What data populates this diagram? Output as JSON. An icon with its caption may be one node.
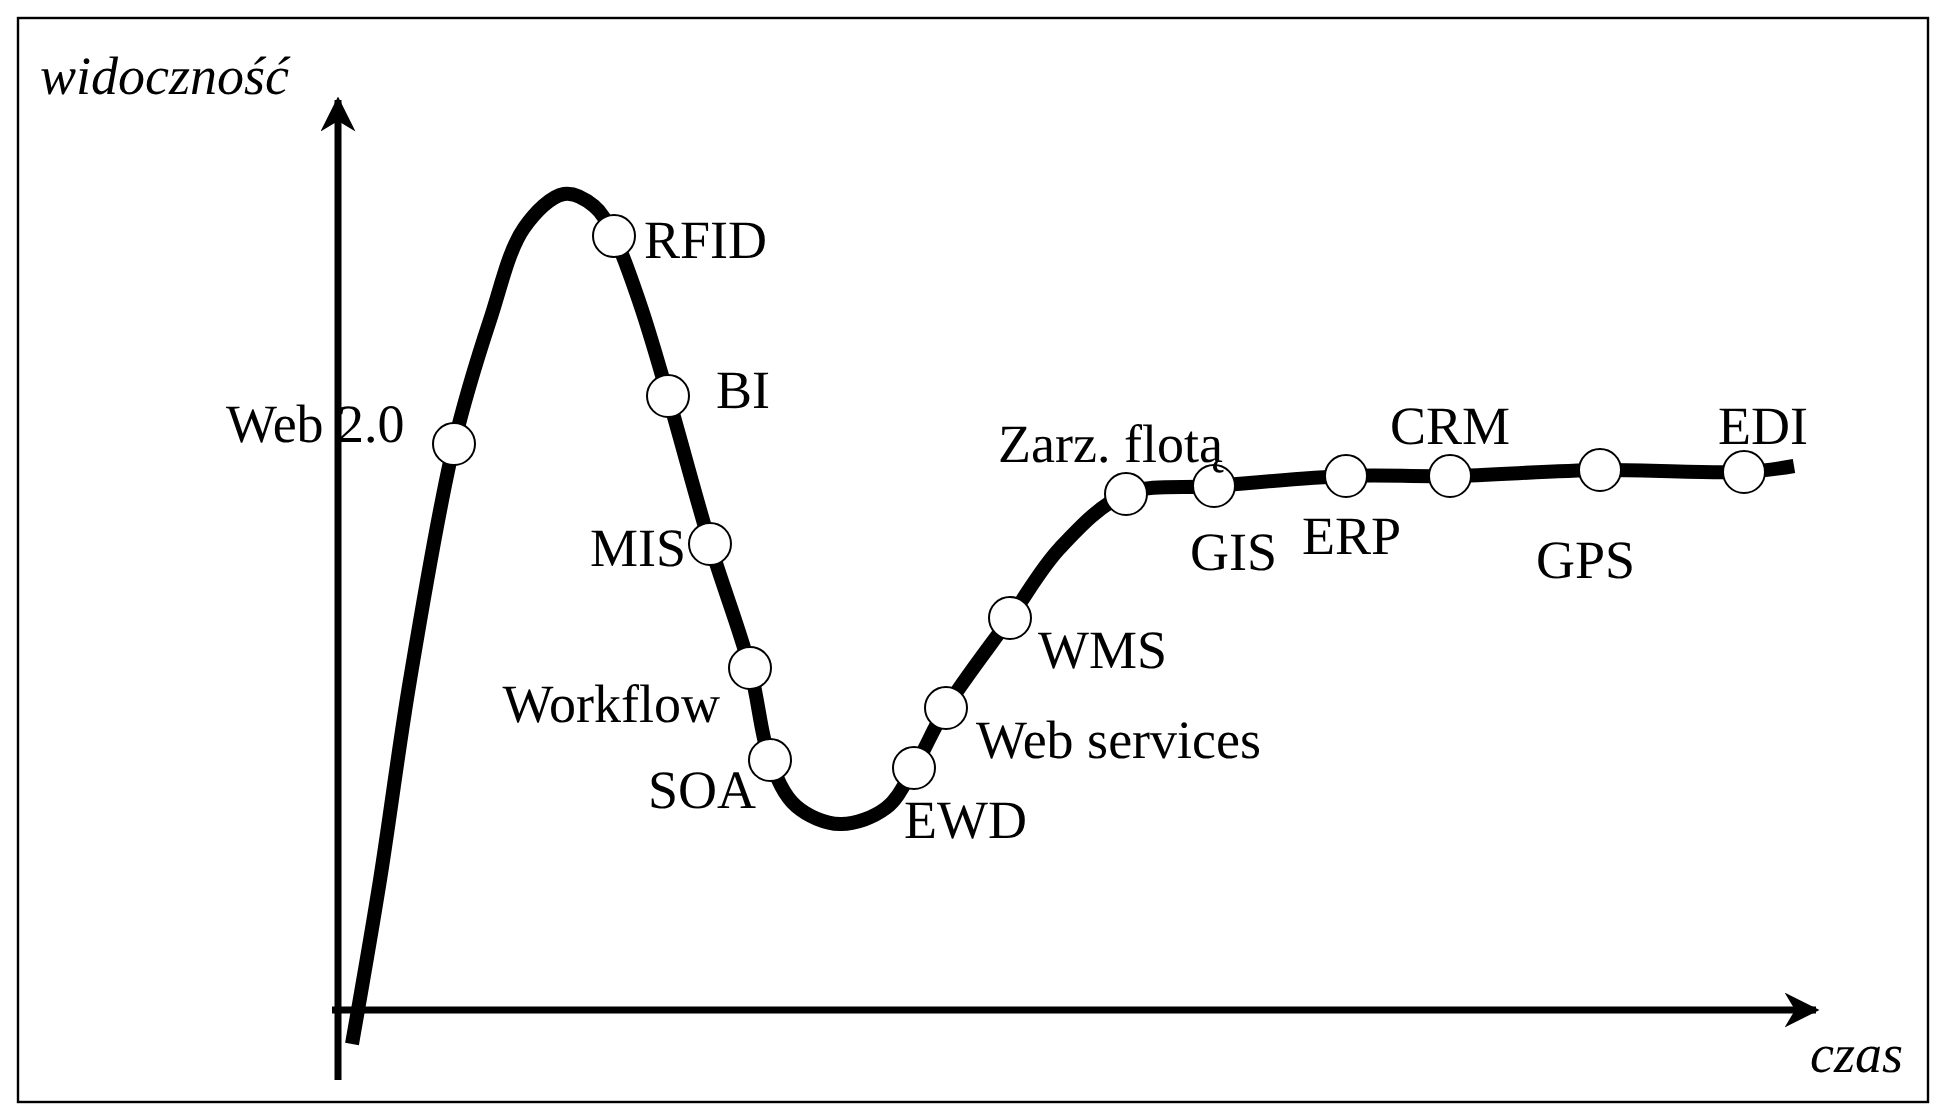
{
  "diagram": {
    "nodes": [
      {
        "text": [],
        "shape": "circle",
        "beside": [
          "Web 2.0"
        ]
      },
      {
        "text": [],
        "shape": "circle",
        "beside": [
          "RFID"
        ]
      },
      {
        "text": [],
        "shape": "circle",
        "beside": [
          "BI"
        ]
      },
      {
        "text": [],
        "shape": "circle",
        "beside": [
          "MIS"
        ]
      },
      {
        "text": [],
        "shape": "circle",
        "beside": [
          "Workflow"
        ]
      },
      {
        "text": [],
        "shape": "circle",
        "beside": [
          "SOA"
        ]
      },
      {
        "text": [],
        "shape": "circle",
        "beside": [
          "EWD"
        ]
      },
      {
        "text": [],
        "shape": "circle",
        "beside": [
          "Web services"
        ]
      },
      {
        "text": [],
        "shape": "circle",
        "beside": [
          "WMS"
        ]
      },
      {
        "text": [],
        "shape": "circle",
        "beside": [
          "Zarz. flotą"
        ]
      },
      {
        "text": [],
        "shape": "circle",
        "beside": [
          "GIS"
        ]
      },
      {
        "text": [],
        "shape": "circle",
        "beside": [
          "ERP"
        ]
      },
      {
        "text": [],
        "shape": "circle",
        "beside": [
          "CRM"
        ]
      },
      {
        "text": [],
        "shape": "circle",
        "beside": [
          "GPS"
        ]
      },
      {
        "text": [],
        "shape": "circle",
        "beside": [
          "EDI"
        ]
      }
    ],
    "labels": [
      "widoczność",
      "czas"
    ]
  }
}
